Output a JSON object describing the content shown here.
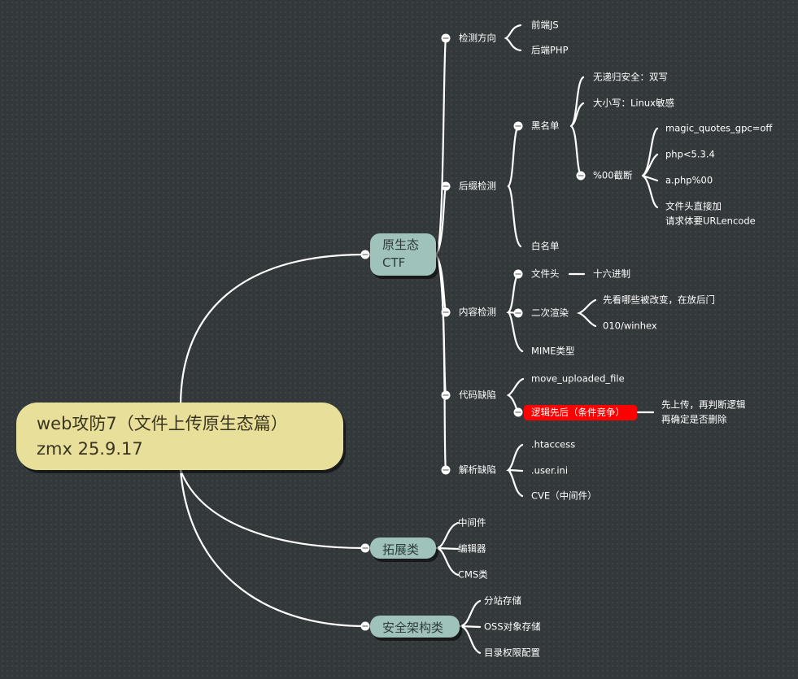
{
  "root": {
    "title": "web攻防7（文件上传原生态篇）",
    "subtitle": "zmx 25.9.17"
  },
  "branches": [
    {
      "line1": "原生态",
      "line2": "CTF",
      "children": [
        {
          "label": "检测方向",
          "children": [
            "前端JS",
            "后端PHP"
          ]
        },
        {
          "label": "后缀检测",
          "children": [
            {
              "label": "黑名单",
              "children": [
                "无递归安全：双写",
                "大小写：Linux敏感",
                {
                  "label": "%00截断",
                  "children": [
                    "magic_quotes_gpc=off",
                    "php<5.3.4",
                    "a.php%00",
                    {
                      "line1": "文件头直接加",
                      "line2": "请求体要URLencode"
                    }
                  ]
                }
              ]
            },
            "白名单"
          ]
        },
        {
          "label": "内容检测",
          "children": [
            {
              "label": "文件头",
              "children": [
                "十六进制"
              ]
            },
            {
              "label": "二次渲染",
              "children": [
                "先看哪些被改变，在放后门",
                "010/winhex"
              ]
            },
            "MIME类型"
          ]
        },
        {
          "label": "代码缺陷",
          "children": [
            "move_uploaded_file",
            {
              "label": "逻辑先后（条件竞争）",
              "highlight": "#ff0000",
              "children": [
                {
                  "line1": "先上传，再判断逻辑",
                  "line2": "再确定是否删除"
                }
              ]
            }
          ]
        },
        {
          "label": "解析缺陷",
          "children": [
            ".htaccess",
            ".user.ini",
            "CVE（中间件）"
          ]
        }
      ]
    },
    {
      "label": "拓展类",
      "children": [
        "中间件",
        "编辑器",
        "CMS类"
      ]
    },
    {
      "label": "安全架构类",
      "children": [
        "分站存储",
        "OSS对象存储",
        "目录权限配置"
      ]
    }
  ]
}
